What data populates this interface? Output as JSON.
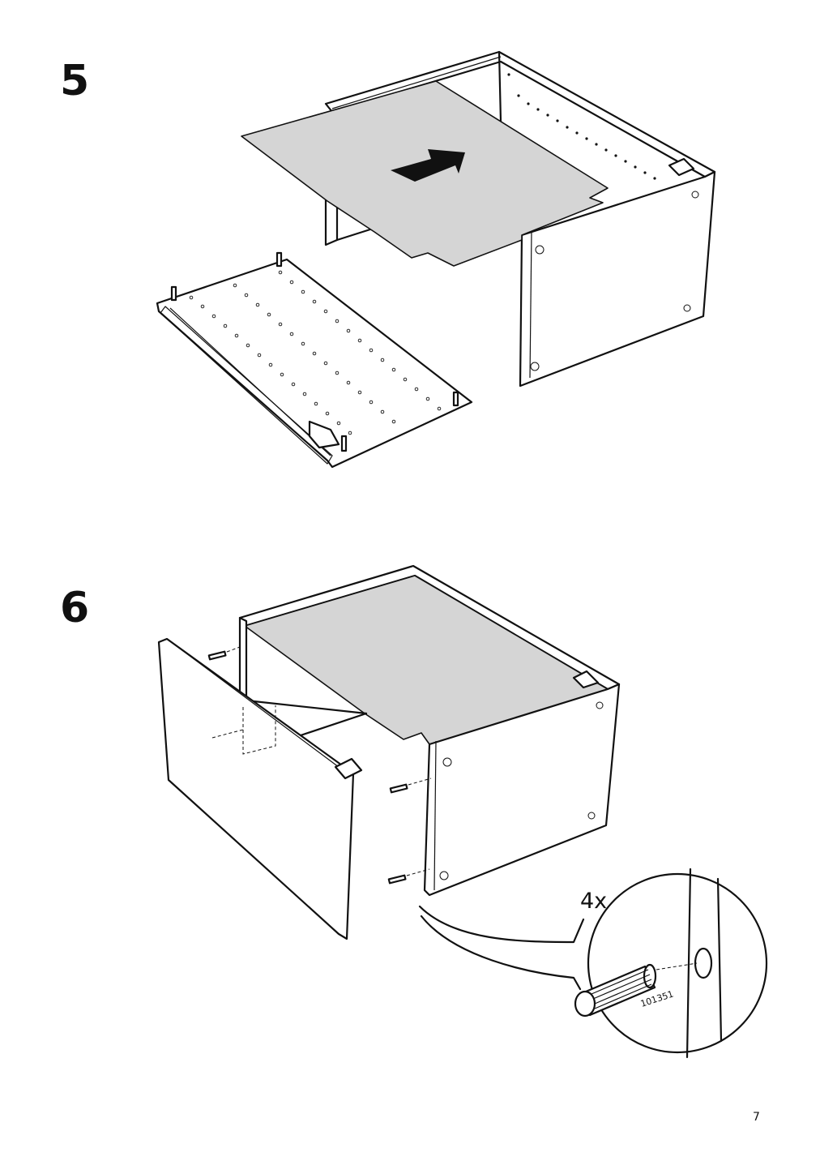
{
  "steps": [
    {
      "number": "5"
    },
    {
      "number": "6"
    }
  ],
  "detail": {
    "quantity": "4x",
    "part_number": "101351"
  },
  "page": {
    "number": "7"
  },
  "icons": [
    "push-arrow-icon",
    "dowel-icon",
    "magnifier-detail-circle"
  ]
}
